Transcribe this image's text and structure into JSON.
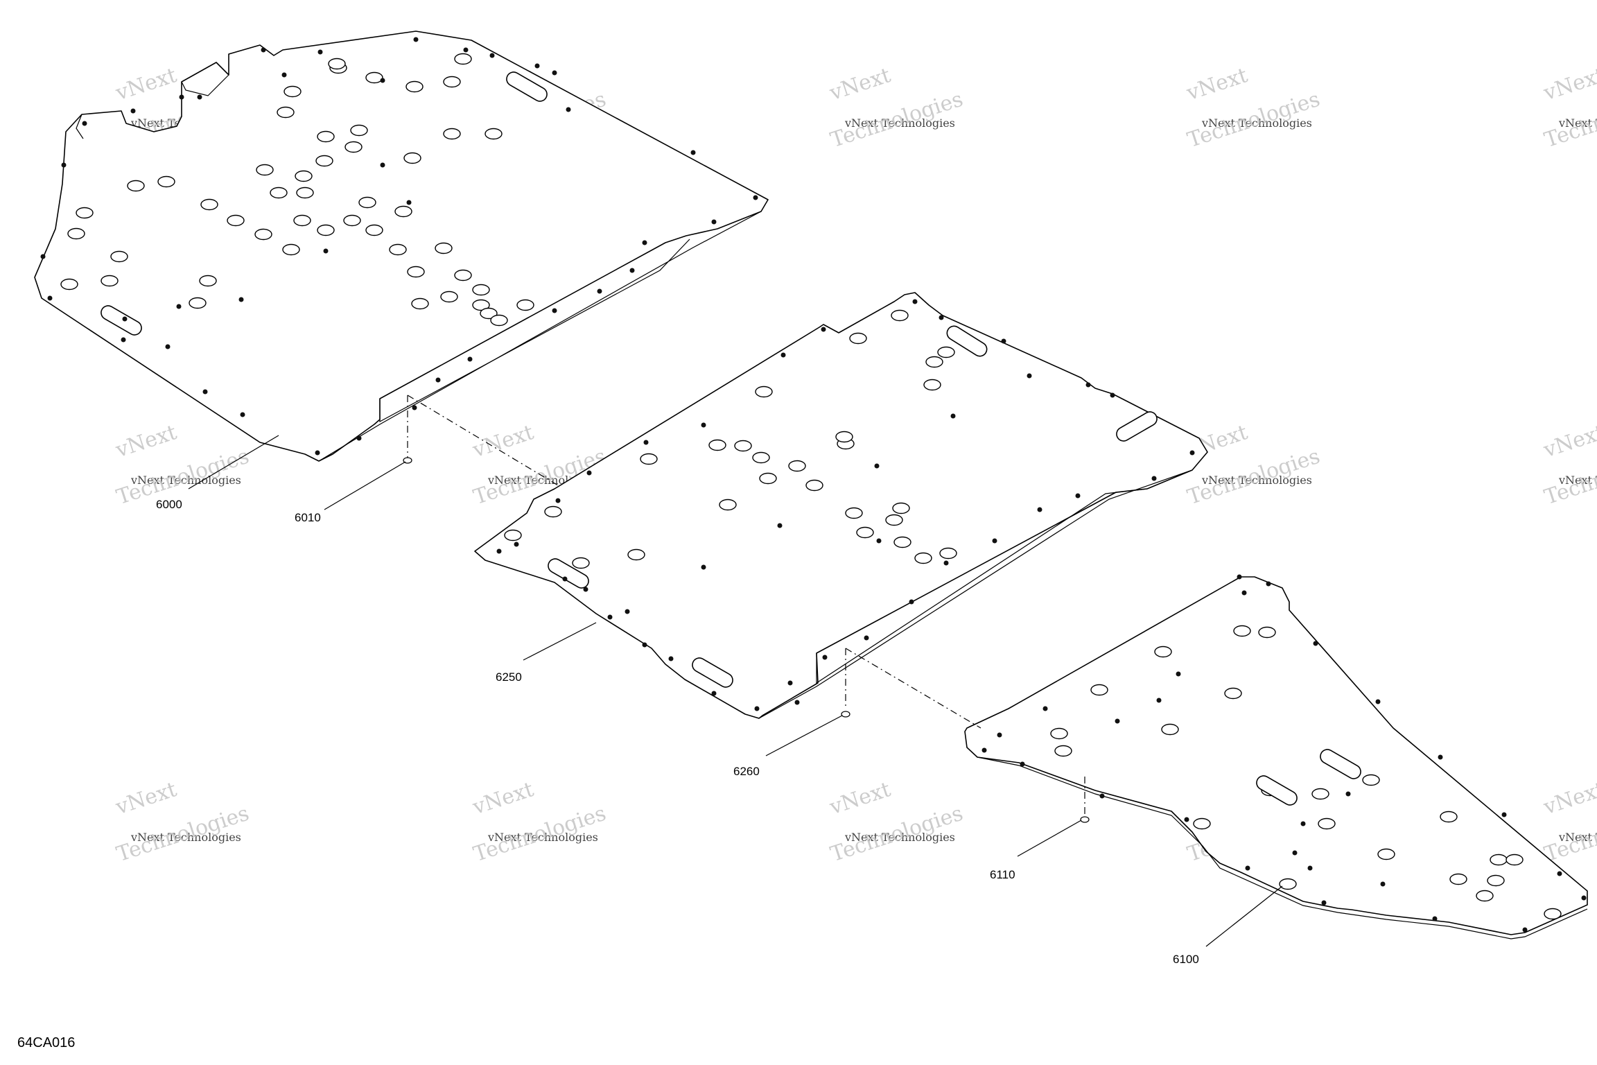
{
  "diagram": {
    "id_label": "64CA016",
    "callouts": [
      {
        "key": "p6000",
        "text": "6000"
      },
      {
        "key": "p6010",
        "text": "6010"
      },
      {
        "key": "p6250",
        "text": "6250"
      },
      {
        "key": "p6260",
        "text": "6260"
      },
      {
        "key": "p6110",
        "text": "6110"
      },
      {
        "key": "p6100",
        "text": "6100"
      }
    ],
    "watermark": {
      "line1": "vNext Technologies",
      "line2": "vNext",
      "line3": "Technologies"
    }
  }
}
